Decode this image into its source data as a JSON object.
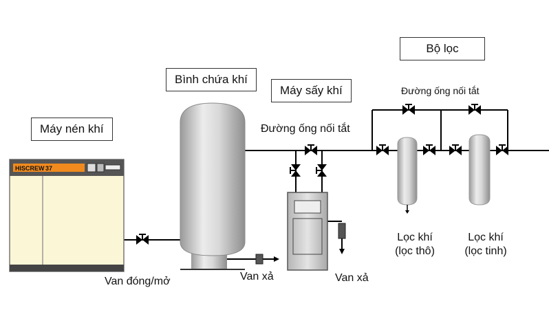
{
  "labels": {
    "compressor": "Máy nén khí",
    "receiver_tank": "Bình chứa khí",
    "air_dryer": "Máy sấy khí",
    "filter_group": "Bộ lọc",
    "bypass_dryer": "Đường ống nối tắt",
    "bypass_filters": "Đường ống nối tắt",
    "shutoff_valve": "Van đóng/mở",
    "drain_valve_tank": "Van xả",
    "drain_valve_dryer": "Van xả",
    "coarse_filter_line1": "Lọc khí",
    "coarse_filter_line2": "(lọc thô)",
    "fine_filter_line1": "Lọc khí",
    "fine_filter_line2": "(lọc tinh)"
  },
  "compressor_panel": {
    "brand": "HISCREW",
    "display": "37"
  },
  "colors": {
    "pipe": "#000000",
    "compressor_body": "#fbf7d6",
    "compressor_panel": "#f08a1e",
    "tank": "#c8c8c8",
    "dryer": "#d0d0d0"
  }
}
